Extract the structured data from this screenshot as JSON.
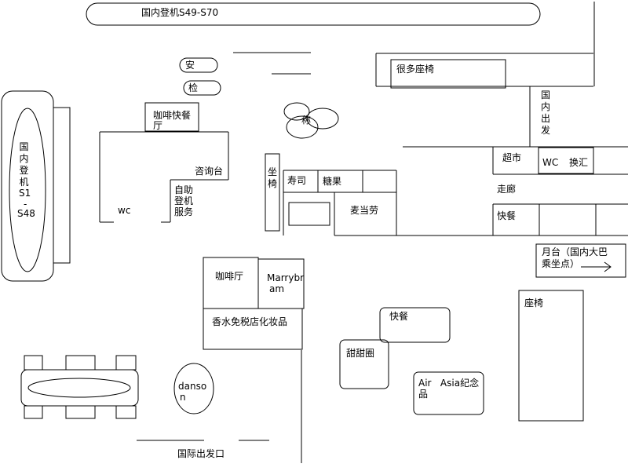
{
  "top_gate": "国内登机S49-S70",
  "security": {
    "an": "安",
    "jian": "检"
  },
  "many_seats": "很多座椅",
  "domestic_departure": "国内出发",
  "coffee_fastfood": "咖啡快餐厅",
  "scale": "称",
  "left_gate": {
    "line1": "国内登机",
    "line2": "S1",
    "line3": "-",
    "line4": "S48"
  },
  "info_desk": "咨询台",
  "self_checkin": {
    "line1": "自助",
    "line2": "登机",
    "line3": "服务"
  },
  "wc_left": "wc",
  "seat_short": "坐椅",
  "sushi": "寿司",
  "candy": "糖果",
  "mcdonalds": "麦当劳",
  "supermarket": "超市",
  "wc_right": "WC",
  "exchange": "换汇",
  "corridor": "走廊",
  "fastfood_right": "快餐",
  "platform": {
    "line1": "月台（国内大巴",
    "line2": "乘坐点）"
  },
  "cafe": "咖啡厅",
  "marrybrown": {
    "line1": "Marrybr",
    "line2": "am"
  },
  "duty_free": "香水免税店化妆品",
  "fastfood_center": "快餐",
  "donut": "甜甜圈",
  "airasia": {
    "line1": "Air   Asia纪念",
    "line2": "品"
  },
  "seats_right": "座椅",
  "danson": {
    "line1": "danso",
    "line2": "n"
  },
  "intl_exit": "国际出发口"
}
